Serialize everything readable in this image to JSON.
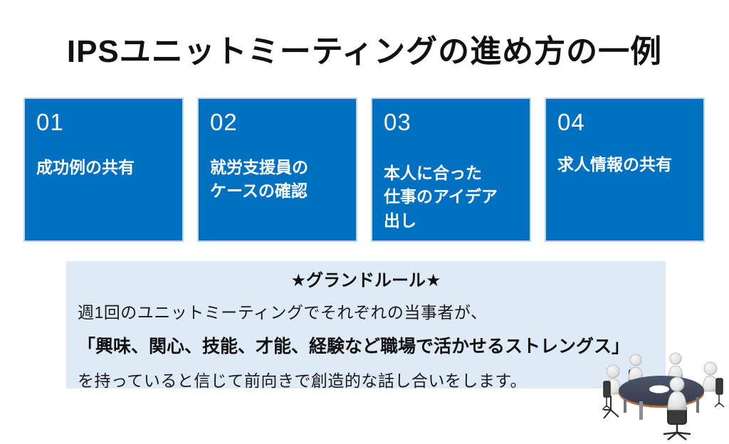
{
  "title": "IPSユニットミーティングの進め方の一例",
  "steps": [
    {
      "number": "01",
      "label": "成功例の共有"
    },
    {
      "number": "02",
      "label": "就労支援員の\nケースの確認"
    },
    {
      "number": "03",
      "label": "本人に合った\n仕事のアイデア\n出し"
    },
    {
      "number": "04",
      "label": "求人情報の共有"
    }
  ],
  "ground_rules": {
    "heading": "★グランドルール★",
    "line1": "週1回のユニットミーティングでそれぞれの当事者が、",
    "line2": "「興味、関心、技能、才能、経験など職場で活かせるストレングス」",
    "line3": "を持っていると信じて前向きで創造的な話し合いをします。"
  },
  "colors": {
    "card_blue": "#0070C0",
    "card_border": "#BDD7EE",
    "rules_background": "#DEEBF7",
    "text_dark": "#111111",
    "text_white": "#FFFFFF"
  },
  "illustration": {
    "name": "five-figures-round-table-meeting"
  }
}
